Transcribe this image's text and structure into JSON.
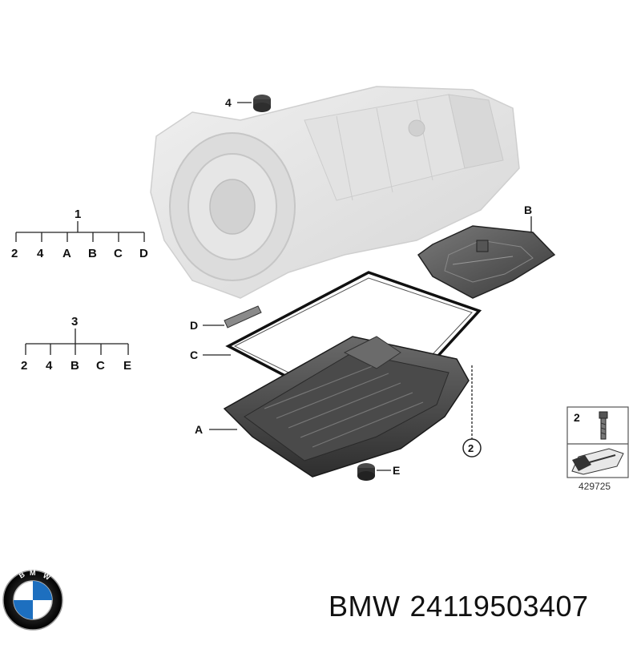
{
  "tree1": {
    "root": "1",
    "children": [
      "2",
      "4",
      "A",
      "B",
      "C",
      "D"
    ]
  },
  "tree3": {
    "root": "3",
    "children": [
      "2",
      "4",
      "B",
      "C",
      "E"
    ]
  },
  "callouts": {
    "drain_bolt": "4",
    "filter": "B",
    "seal_strip": "D",
    "gasket": "C",
    "oil_pan": "A",
    "plug": "E",
    "bolt_circle": "2"
  },
  "legend_box": {
    "label": "2"
  },
  "ref_code": "429725",
  "brand": {
    "name": "BMW",
    "part_number": "24119503407"
  },
  "colors": {
    "part_dark": "#3c3c3c",
    "part_mid": "#5a5a5a",
    "housing": "#e4e4e4",
    "ink": "#111111"
  }
}
